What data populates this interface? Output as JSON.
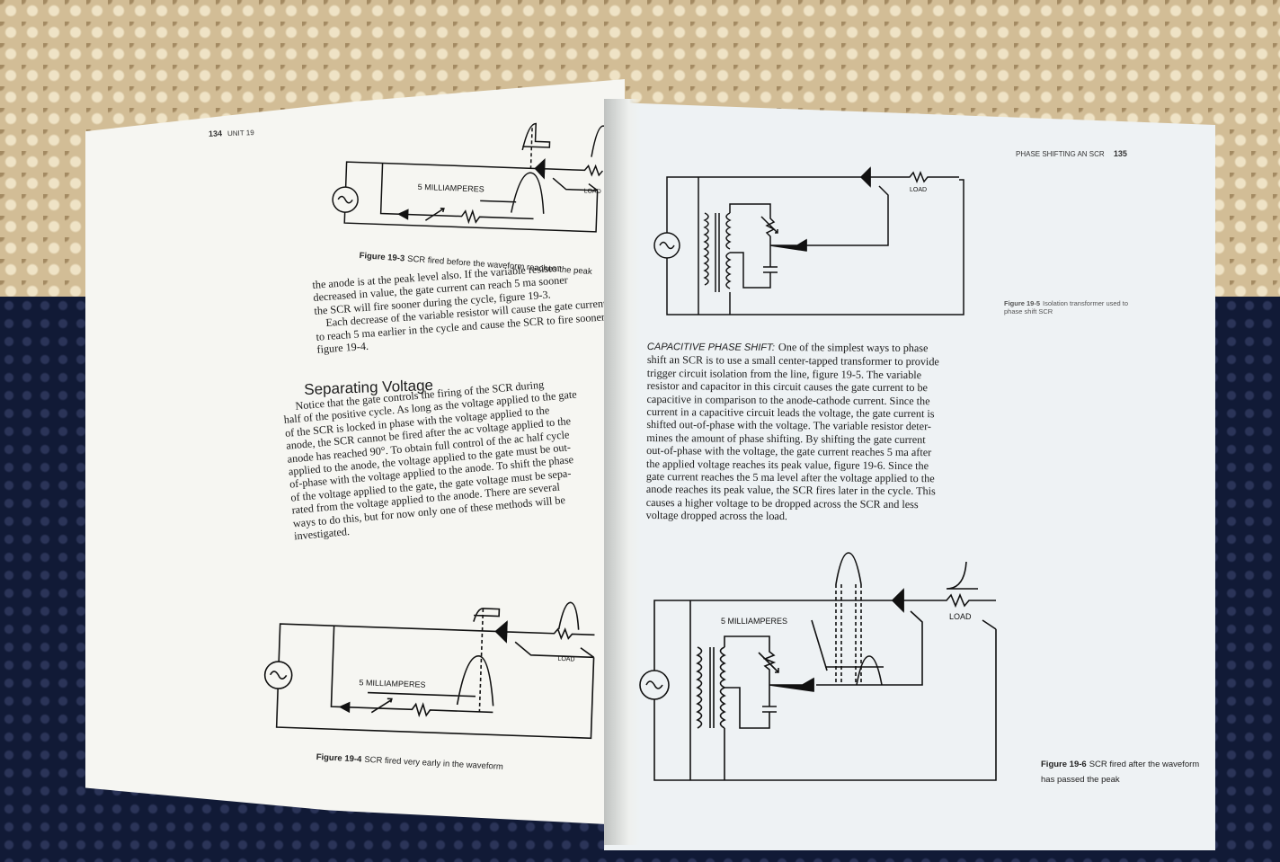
{
  "left_page": {
    "header": {
      "page_number": "134",
      "unit": "UNIT 19"
    },
    "figure_19_3": {
      "gate_label": "5 MILLIAMPERES",
      "load_label": "LOAD",
      "caption_number": "Figure 19-3",
      "caption_text": "SCR fired before the waveform reaches the peak"
    },
    "paragraphs": [
      "the anode is at the peak level also. If the variable resistor",
      "decreased in value, the gate current can reach 5 ma sooner",
      "the SCR will fire sooner during the cycle, figure 19-3.",
      "Each decrease of the variable resistor will cause the gate current",
      "to reach 5 ma earlier in the cycle and cause the SCR to fire sooner",
      "figure 19-4."
    ],
    "section_heading": "Separating Voltage",
    "section_lines": [
      "Notice that the gate controls the firing of the SCR during",
      "half of the positive cycle. As long as the voltage applied to the gate",
      "of the SCR is locked in phase with the voltage applied to the",
      "anode, the SCR cannot be fired after the ac voltage applied to the",
      "anode has reached 90°. To obtain full control of the ac half cycle",
      "applied to the anode, the voltage applied to the gate must be out-",
      "of-phase with the voltage applied to the anode. To shift the phase",
      "of the voltage applied to the gate, the gate voltage must be sepa-",
      "rated from the voltage applied to the anode. There are several",
      "ways to do this, but for now only one of these methods will be",
      "investigated."
    ],
    "figure_19_4": {
      "gate_label": "5 MILLIAMPERES",
      "load_label": "LOAD",
      "caption_number": "Figure 19-4",
      "caption_text": "SCR fired very early in the waveform"
    }
  },
  "right_page": {
    "header": {
      "title": "PHASE SHIFTING AN SCR",
      "page_number": "135"
    },
    "figure_19_5": {
      "load_label": "LOAD",
      "caption_number": "Figure 19-5",
      "caption_line1": "Isolation transformer used to",
      "caption_line2": "phase shift SCR"
    },
    "runin_heading": "CAPACITIVE PHASE SHIFT:",
    "paragraph_lines": [
      "One of the simplest ways to phase",
      "shift an SCR is to use a small center-tapped transformer to provide",
      "trigger circuit isolation from the line, figure 19-5. The variable",
      "resistor and capacitor in this circuit causes the gate current to be",
      "capacitive in comparison to the anode-cathode current. Since the",
      "current in a capacitive circuit leads the voltage, the gate current is",
      "shifted out-of-phase with the voltage. The variable resistor deter-",
      "mines the amount of phase shifting. By shifting the gate current",
      "out-of-phase with the voltage, the gate current reaches 5 ma after",
      "the applied voltage reaches its peak value, figure 19-6. Since the",
      "gate current reaches the 5 ma level after the voltage applied to the",
      "anode reaches its peak value, the SCR fires later in the cycle. This",
      "causes a higher voltage to be dropped across the SCR and less",
      "voltage dropped across the load."
    ],
    "figure_19_6": {
      "gate_label": "5 MILLIAMPERES",
      "load_label": "LOAD",
      "caption_number": "Figure 19-6",
      "caption_line1": "SCR fired after the waveform",
      "caption_line2": "has passed the peak"
    }
  },
  "colors": {
    "ink": "#1b1b1b",
    "page": "#f4f5f2",
    "crochet": "#d2bd96",
    "cloth": "#111a36"
  }
}
